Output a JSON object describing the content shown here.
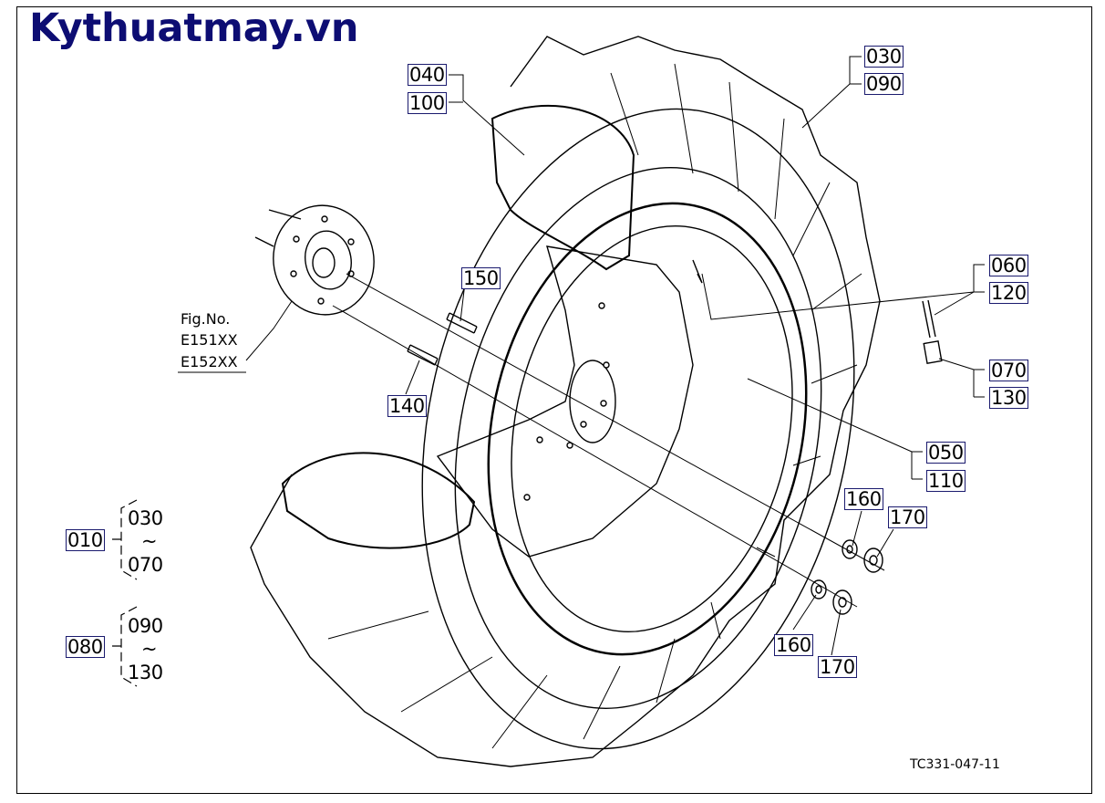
{
  "logo": "Kythuatmay.vn",
  "fig_ref": {
    "title": "Fig.No.",
    "items": [
      "E151XX",
      "E152XX"
    ]
  },
  "drawing_code": "TC331-047-11",
  "callouts": {
    "c040": "040",
    "c100": "100",
    "c030": "030",
    "c090": "090",
    "c060": "060",
    "c120": "120",
    "c070": "070",
    "c130": "130",
    "c050": "050",
    "c110": "110",
    "c150": "150",
    "c140": "140",
    "c160a": "160",
    "c170a": "170",
    "c160b": "160",
    "c170b": "170"
  },
  "groups": [
    {
      "id": "010",
      "from": "030",
      "tilde": "~",
      "to": "070"
    },
    {
      "id": "080",
      "from": "090",
      "tilde": "~",
      "to": "130"
    }
  ]
}
